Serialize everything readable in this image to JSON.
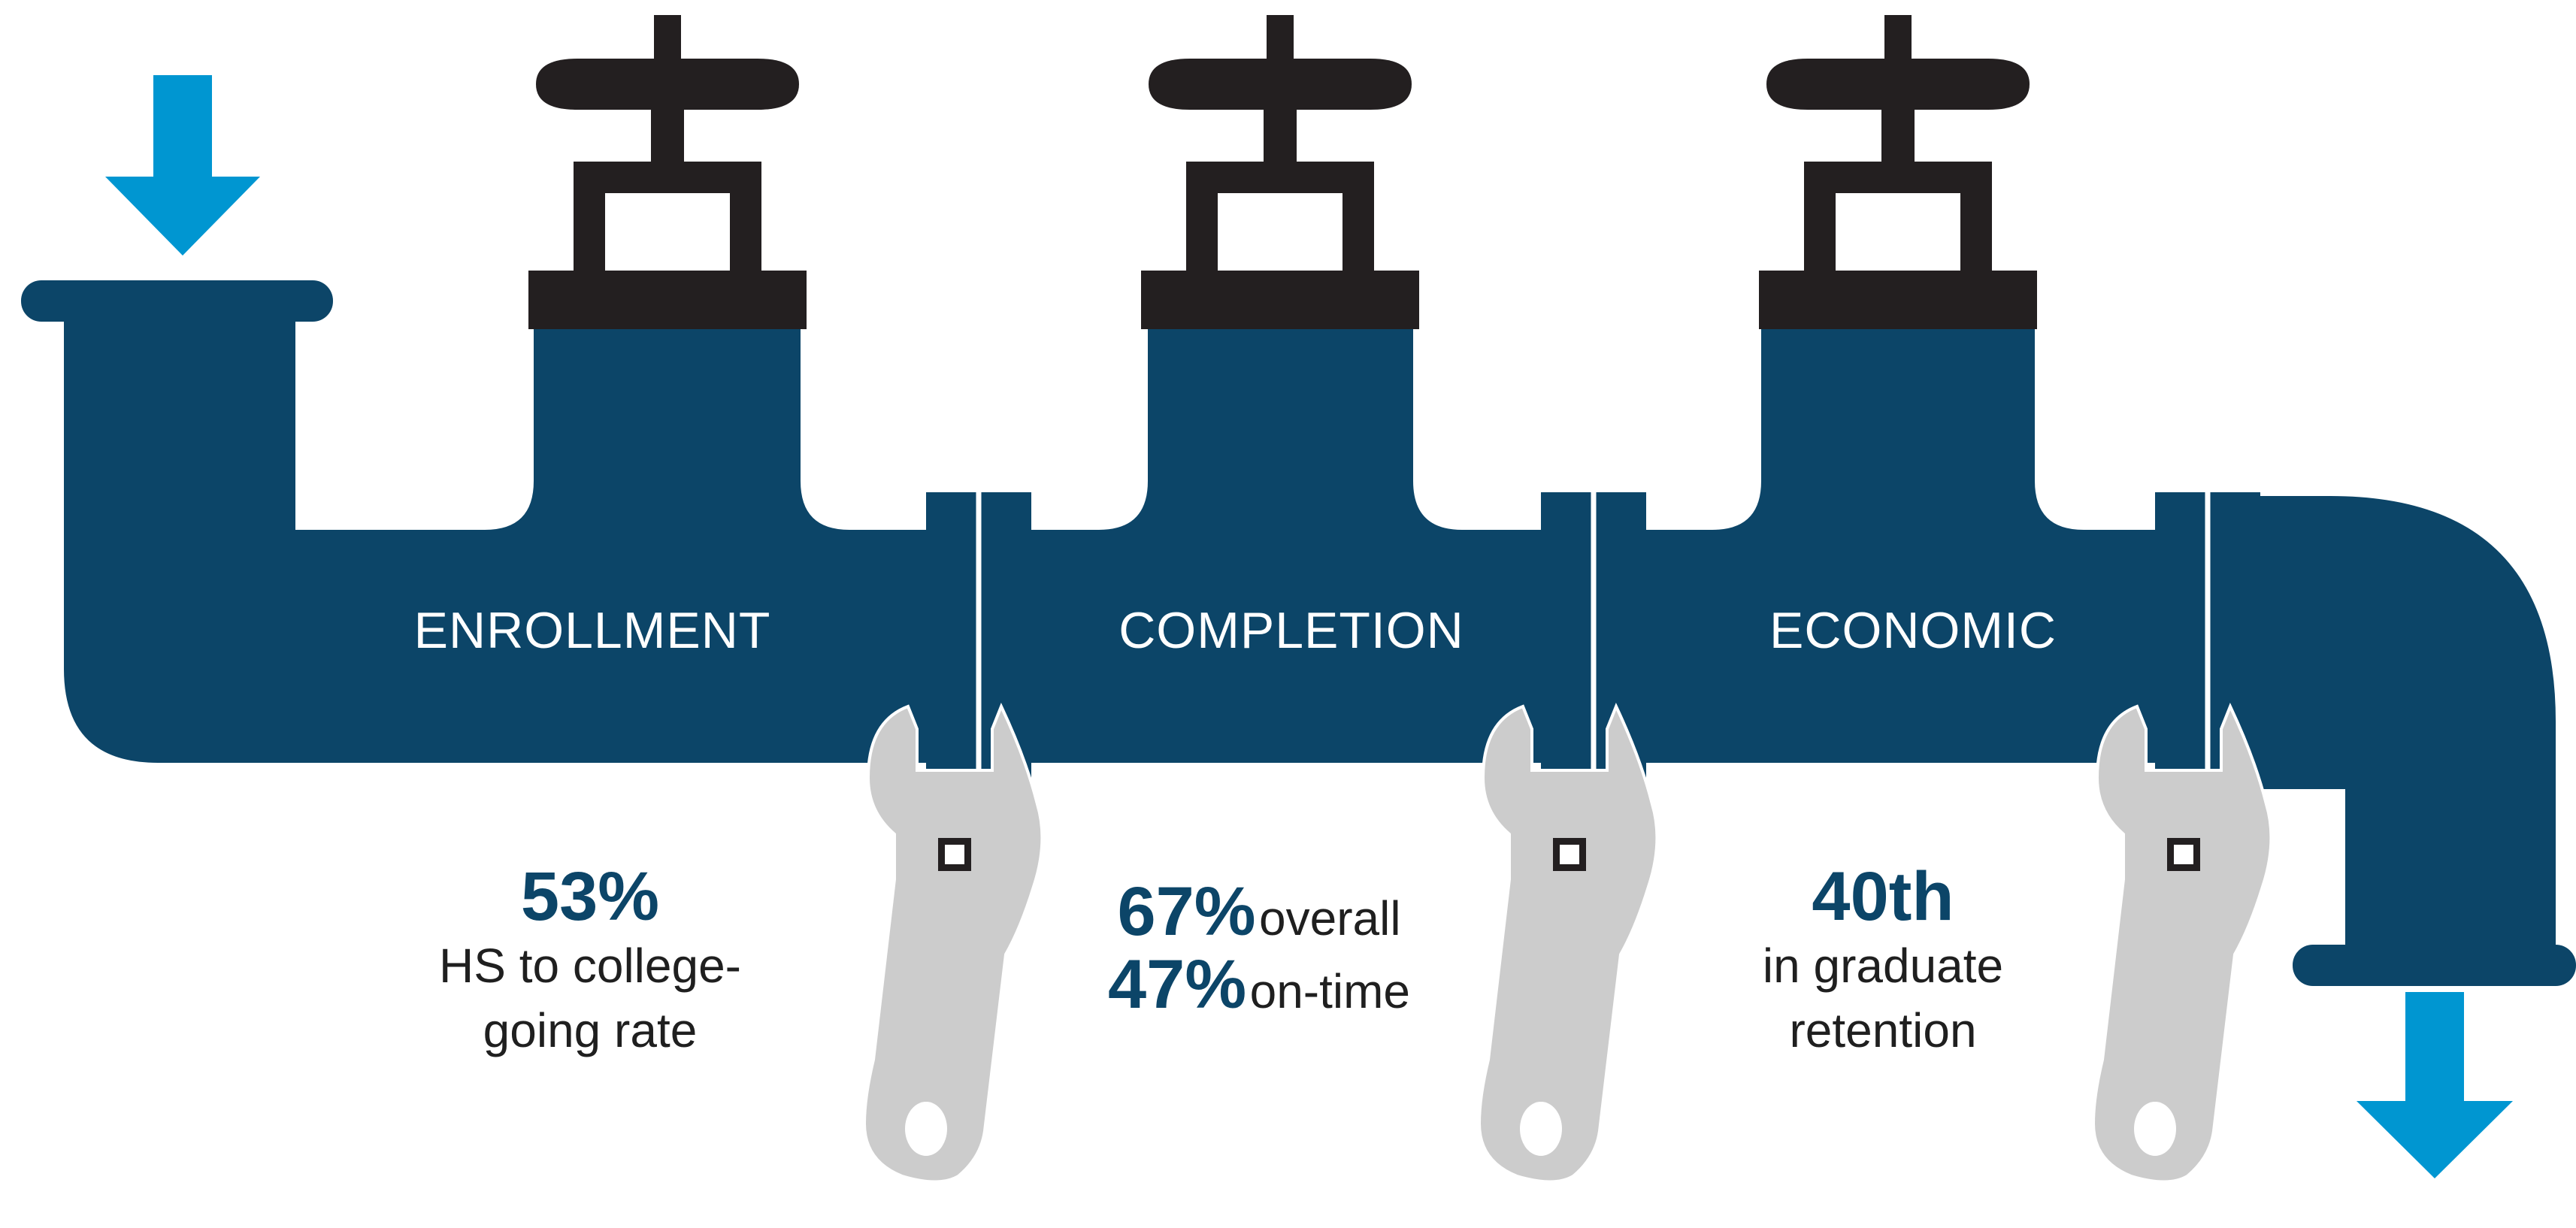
{
  "colors": {
    "pipe": "#0c4568",
    "valve": "#231f20",
    "arrow": "#0096d1",
    "wrench": "#cccccc",
    "stat_value": "#0c4568"
  },
  "stages": [
    {
      "label": "ENROLLMENT"
    },
    {
      "label": "COMPLETION"
    },
    {
      "label": "ECONOMIC"
    }
  ],
  "stats": {
    "enrollment": {
      "value": "53%",
      "line1": "HS to college-",
      "line2": "going rate"
    },
    "completion": {
      "rows": [
        {
          "value": "67%",
          "desc": "overall"
        },
        {
          "value": "47%",
          "desc": "on-time"
        }
      ]
    },
    "economic": {
      "value": "40th",
      "line1": "in graduate",
      "line2": "retention"
    }
  },
  "icons": [
    "down-arrow-icon",
    "valve-icon",
    "wrench-icon"
  ]
}
